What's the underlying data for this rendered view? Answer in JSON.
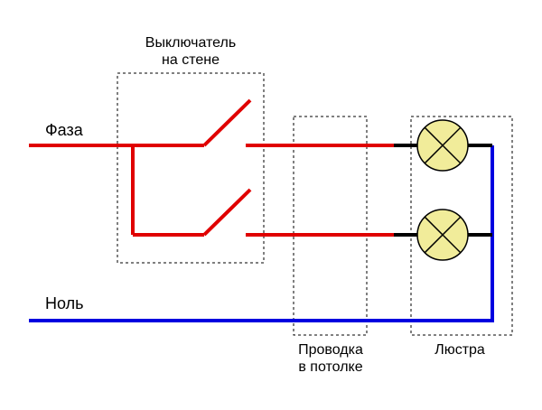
{
  "labels": {
    "phase": "Фаза",
    "neutral": "Ноль",
    "switch_line1": "Выключатель",
    "switch_line2": "на стене",
    "wiring_line1": "Проводка",
    "wiring_line2": "в потолке",
    "chandelier": "Люстра"
  },
  "colors": {
    "phase_wire": "#e00000",
    "neutral_wire": "#0000e0",
    "lamp_wire": "#000000",
    "lamp_fill": "#f1ec9a",
    "box_stroke": "#000000"
  },
  "components": {
    "switch_count": 2,
    "lamp_count": 2
  }
}
